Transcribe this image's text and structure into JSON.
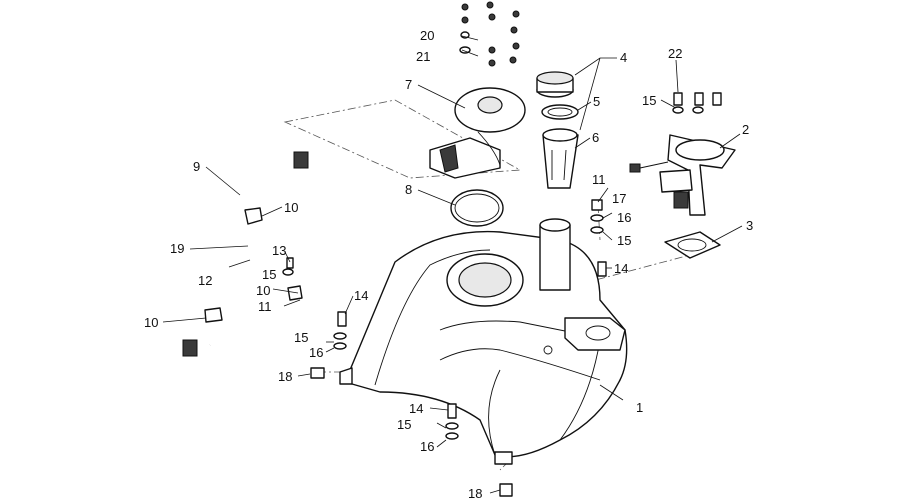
{
  "callouts": [
    {
      "id": "c1",
      "label": "1"
    },
    {
      "id": "c2",
      "label": "2"
    },
    {
      "id": "c3",
      "label": "3"
    },
    {
      "id": "c4",
      "label": "4"
    },
    {
      "id": "c5",
      "label": "5"
    },
    {
      "id": "c6",
      "label": "6"
    },
    {
      "id": "c7",
      "label": "7"
    },
    {
      "id": "c8",
      "label": "8"
    },
    {
      "id": "c9",
      "label": "9"
    },
    {
      "id": "c10a",
      "label": "10"
    },
    {
      "id": "c10b",
      "label": "10"
    },
    {
      "id": "c10c",
      "label": "10"
    },
    {
      "id": "c11a",
      "label": "11"
    },
    {
      "id": "c11b",
      "label": "11"
    },
    {
      "id": "c12",
      "label": "12"
    },
    {
      "id": "c13",
      "label": "13"
    },
    {
      "id": "c14a",
      "label": "14"
    },
    {
      "id": "c14b",
      "label": "14"
    },
    {
      "id": "c14c",
      "label": "14"
    },
    {
      "id": "c15a",
      "label": "15"
    },
    {
      "id": "c15b",
      "label": "15"
    },
    {
      "id": "c15c",
      "label": "15"
    },
    {
      "id": "c15d",
      "label": "15"
    },
    {
      "id": "c15e",
      "label": "15"
    },
    {
      "id": "c16a",
      "label": "16"
    },
    {
      "id": "c16b",
      "label": "16"
    },
    {
      "id": "c16c",
      "label": "16"
    },
    {
      "id": "c17",
      "label": "17"
    },
    {
      "id": "c18a",
      "label": "18"
    },
    {
      "id": "c18b",
      "label": "18"
    },
    {
      "id": "c19",
      "label": "19"
    },
    {
      "id": "c20",
      "label": "20"
    },
    {
      "id": "c21",
      "label": "21"
    },
    {
      "id": "c22",
      "label": "22"
    }
  ]
}
